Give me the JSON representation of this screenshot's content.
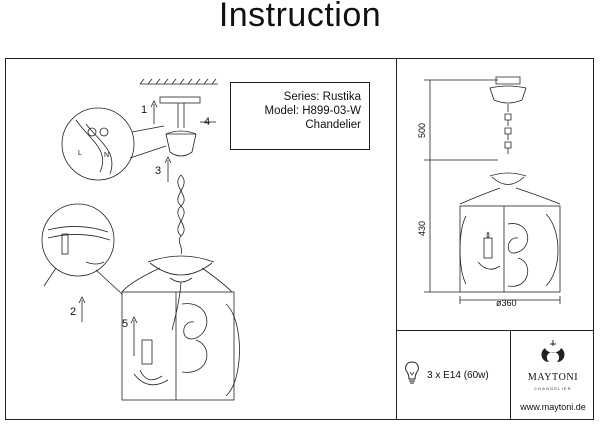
{
  "title": "Instruction",
  "product": {
    "series": "Series: Rustika",
    "model": "Model: H899-03-W",
    "type": "Chandelier"
  },
  "steps": [
    "1",
    "2",
    "3",
    "4",
    "5"
  ],
  "wiring": {
    "l": "L",
    "n": "N"
  },
  "dimensions": {
    "chain_length": "500",
    "body_height": "430",
    "diameter": "ø360"
  },
  "spec": "3 x E14 (60w)",
  "brand": {
    "name": "MAYTONI",
    "sub": "CHANDELIER",
    "website": "www.maytoni.de"
  },
  "icons": {
    "bulb": "bulb-icon",
    "logo": "maytoni-logo-icon"
  }
}
